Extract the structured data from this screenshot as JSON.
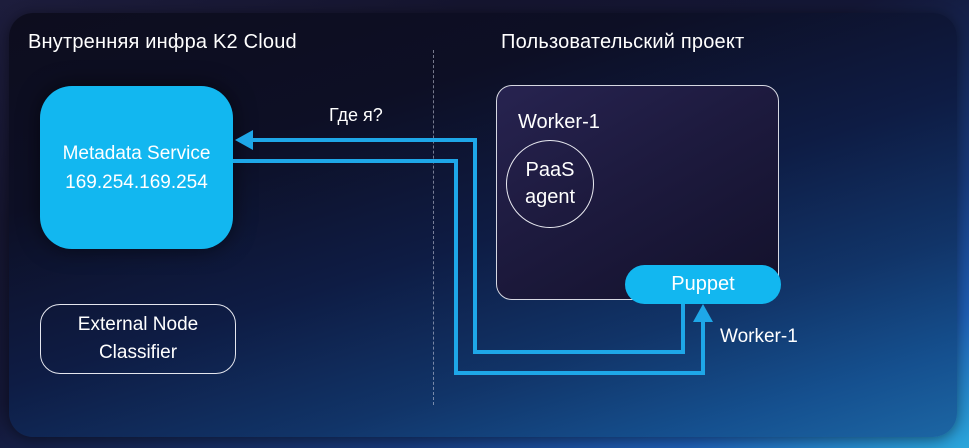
{
  "left_panel": {
    "title": "Внутренняя инфра K2 Cloud",
    "metadata_service": {
      "name_line": "Metadata Service",
      "ip_line": "169.254.169.254"
    },
    "external_node_classifier": {
      "line1": "External Node",
      "line2": "Classifier"
    }
  },
  "right_panel": {
    "title": "Пользовательский проект",
    "worker": {
      "title": "Worker-1",
      "paas_agent": {
        "line1": "PaaS",
        "line2": "agent"
      },
      "puppet_label": "Puppet"
    }
  },
  "arrows": {
    "request_label": "Где я?",
    "response_label": "Worker-1"
  },
  "colors": {
    "accent_cyan": "#12b7f0",
    "connector_line": "#1ea7e8",
    "card_top": "#0d0d1e",
    "card_bottom": "#1c66a4",
    "outer_bottom_right": "#2ba6db"
  }
}
